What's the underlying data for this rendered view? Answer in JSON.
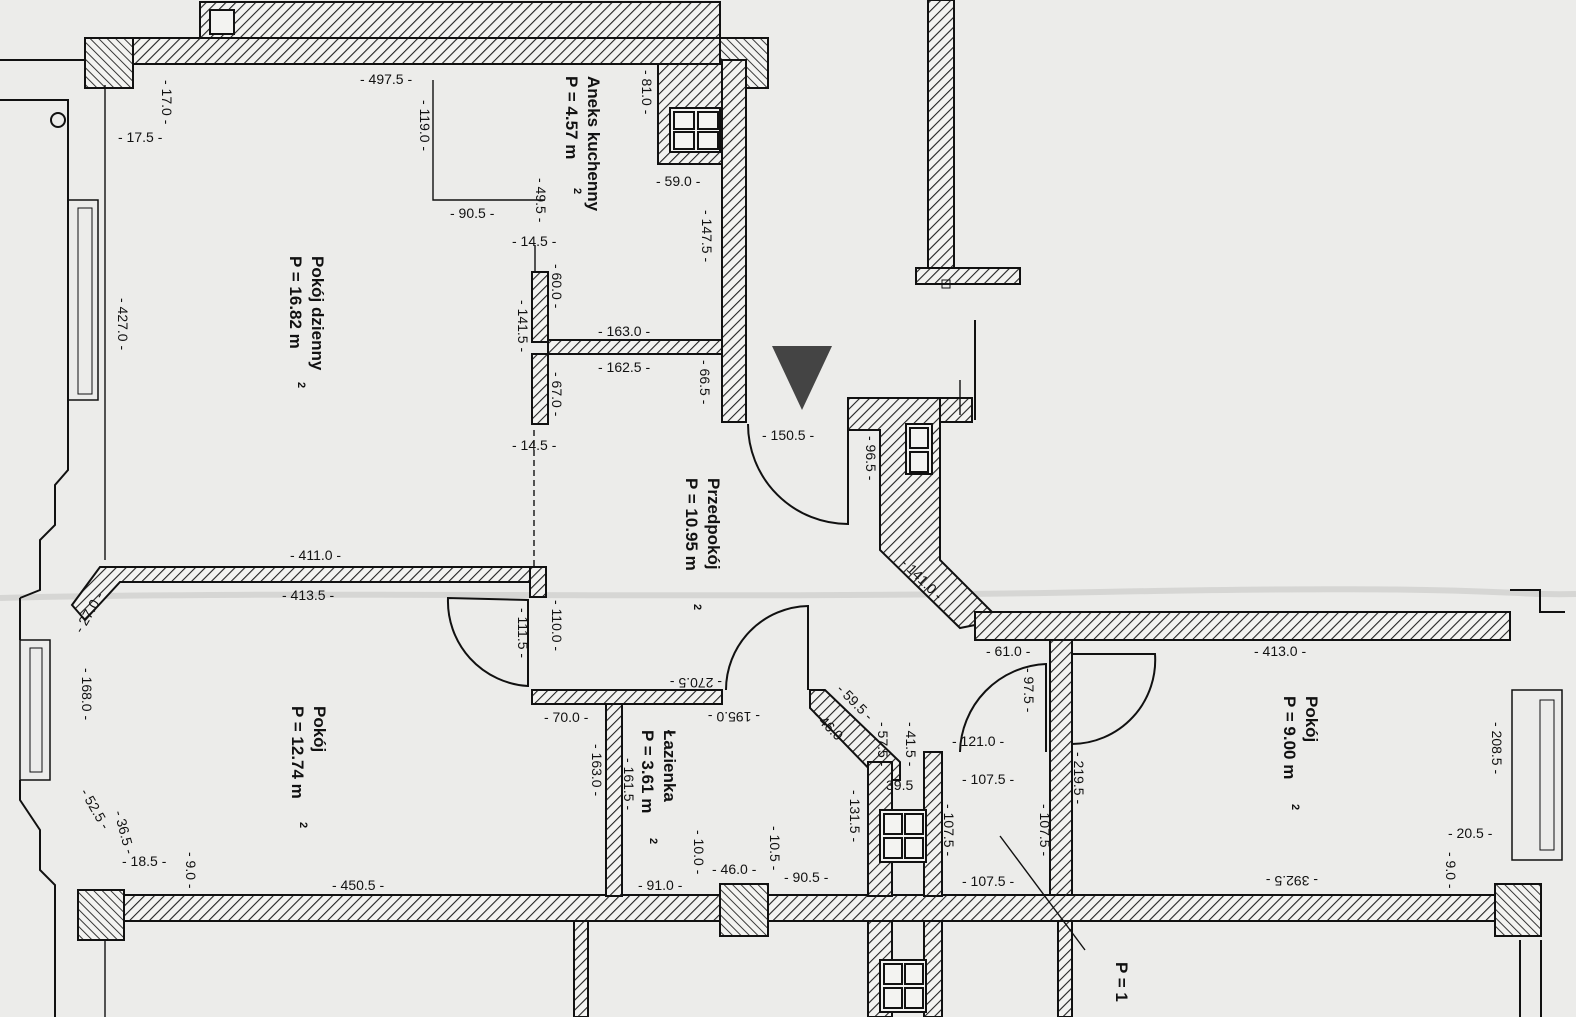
{
  "rooms": {
    "living": {
      "name": "Pokój dzienny",
      "area": "P = 16.82 m",
      "sup": "2"
    },
    "kitchen": {
      "name": "Aneks kuchenny",
      "area": "P = 4.57 m",
      "sup": "2"
    },
    "hall": {
      "name": "Przedpokój",
      "area": "P = 10.95 m",
      "sup": "2"
    },
    "room_left": {
      "name": "Pokój",
      "area": "P = 12.74 m",
      "sup": "2"
    },
    "bathroom": {
      "name": "Łazienka",
      "area": "P = 3.61 m",
      "sup": "2"
    },
    "room_right": {
      "name": "Pokój",
      "area": "P = 9.00 m",
      "sup": "2"
    },
    "partial": {
      "area": "P = 1"
    }
  },
  "dims": {
    "d4975": "- 497.5 -",
    "d170": "- 17.0 -",
    "d175": "- 17.5 -",
    "d1190": "- 119.0 -",
    "d810": "- 81.0 -",
    "d590": "- 59.0 -",
    "d905": "- 90.5 -",
    "d495": "- 49.5 -",
    "d145a": "- 14.5 -",
    "d1475": "- 147.5 -",
    "d600": "- 60.0 -",
    "d1415": "- 141.5 -",
    "d1630a": "- 163.0 -",
    "d1625": "- 162.5 -",
    "d670": "- 67.0 -",
    "d665": "- 66.5 -",
    "d4270": "- 427.0 -",
    "d145b": "- 14.5 -",
    "d1505": "- 150.5 -",
    "d965": "- 96.5 -",
    "d1410": "- 141.0 -",
    "d4110": "- 411.0 -",
    "d4135": "- 413.5 -",
    "d270a": "- 27.0 -",
    "d1100": "- 110.0 -",
    "d1115": "- 111.5 -",
    "d2705": "- 270.5 -",
    "d610": "- 61.0 -",
    "d4130": "- 413.0 -",
    "d975": "- 97.5 -",
    "d1680": "- 168.0 -",
    "d700": "- 70.0 -",
    "d1950": "- 195.0 -",
    "d595": "- 59.5 -",
    "d460a": "- 46.0 -",
    "d575": "- 57.5 -",
    "d415": "- 41.5 -",
    "d1210": "- 121.0 -",
    "d395": "39.5",
    "d1075a": "- 107.5 -",
    "d2195": "- 219.5 -",
    "d2085": "- 208.5 -",
    "d1630b": "- 163.0 -",
    "d1615": "- 161.5 -",
    "d1315": "- 131.5 -",
    "d1075b": "- 107.5 -",
    "d1075c": "- 107.5 -",
    "d100": "- 10.0 -",
    "d105": "- 10.5 -",
    "d525": "- 52.5 -",
    "d365": "- 36.5 -",
    "d185": "- 18.5 -",
    "d90a": "- 9.0 -",
    "d4505": "- 450.5 -",
    "d910": "- 91.0 -",
    "d460b": "- 46.0 -",
    "d905b": "- 90.5 -",
    "d1075d": "- 107.5 -",
    "d3925": "- 392.5 -",
    "d205": "- 20.5 -",
    "d90b": "- 9.0 -"
  }
}
